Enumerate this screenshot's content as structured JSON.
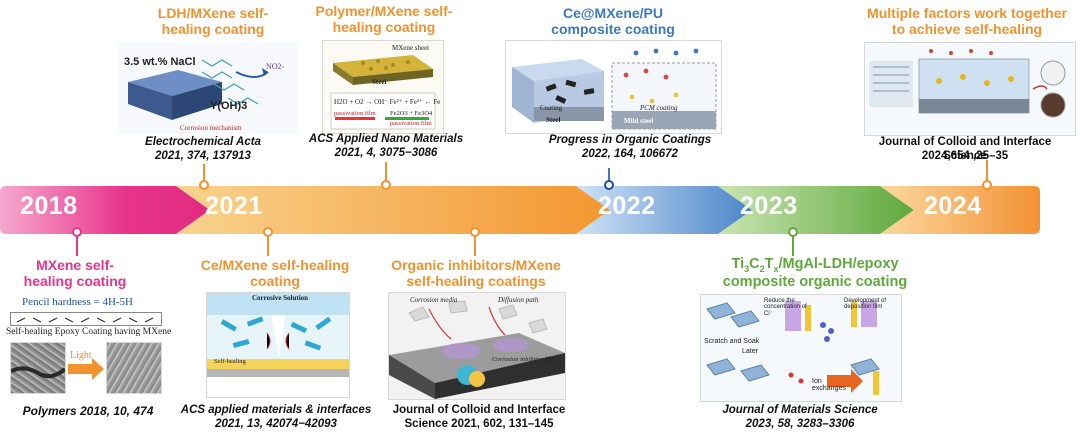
{
  "timeline": {
    "years": [
      "2018",
      "2021",
      "2022",
      "2023",
      "2024"
    ]
  },
  "entries": [
    {
      "id": "ldh-mxene",
      "title": "LDH/MXene self-healing coating",
      "journal": "Electrochemical Acta",
      "ref": "2021, 374, 137913",
      "figure_labels": [
        "3.5 wt.% NaCl",
        "Y(OH)3",
        "NO2-",
        "Corrosion mechanism"
      ],
      "color": "#f0922e"
    },
    {
      "id": "polymer-mxene",
      "title": "Polymer/MXene self-healing coating",
      "journal": "ACS Applied Nano Materials",
      "ref": "2021, 4, 3075−3086",
      "figure_labels": [
        "MXene sheet",
        "Steel",
        "H2O + O2 → OH⁻  Fe²⁺ + Fe³⁺ ← Fe",
        "passivation film",
        "Fe2O3 + Fe3O4",
        "passivation film"
      ],
      "color": "#f0922e"
    },
    {
      "id": "ce-mxene-pu",
      "title": "Ce@MXene/PU composite coating",
      "journal": "Progress in Organic Coatings",
      "ref": "2022, 164, 106672",
      "figure_labels": [
        "Coating",
        "Steel",
        "PCM coating",
        "Mild steel"
      ],
      "color": "#3c78c0"
    },
    {
      "id": "multiple-factors",
      "title": "Multiple factors work together to achieve self-healing",
      "journal": "Journal of Colloid and Interface Science",
      "ref": "2024,654 ,25–35",
      "color": "#f0922e"
    },
    {
      "id": "mxene-2018",
      "title": "MXene self-healing coating",
      "subtitle": "Pencil hardness = 4H-5H",
      "caption": "Self-healing Epoxy Coating having MXene",
      "arrow_label": "Light",
      "journal": "Polymers 2018, 10, 474",
      "color": "#e8338a"
    },
    {
      "id": "ce-mxene",
      "title": "Ce/MXene self-healing coating",
      "journal": "ACS applied materials & interfaces",
      "ref": "2021, 13, 42074−42093",
      "figure_labels": [
        "Corrosive Solution",
        "Self-healing"
      ],
      "color": "#f0922e"
    },
    {
      "id": "organic-inhibitors",
      "title": "Organic inhibitors/MXene self-healing coatings",
      "journal": "Journal of Colloid and Interface",
      "ref": "Science 2021, 602, 131–145",
      "figure_labels": [
        "Corrosion media",
        "Diffusion path",
        "Corrosion inhibitor film"
      ],
      "color": "#f0922e"
    },
    {
      "id": "ti3c2tx",
      "title_prefix": "Ti",
      "title_sub1": "3",
      "title_mid1": "C",
      "title_sub2": "2",
      "title_mid2": "T",
      "title_sub3": "x",
      "title_suffix": "/MgAl-LDH/epoxy",
      "title_line2": "composite organic coating",
      "journal": "Journal of Materials Science",
      "ref": "2023, 58, 3283–3306",
      "figure_labels": [
        "Scratch and Soak",
        "Later",
        "Ion exchanges",
        "Reduce the concentration of Cl⁻",
        "Development of deposition film"
      ],
      "color": "#5fa83c"
    }
  ]
}
